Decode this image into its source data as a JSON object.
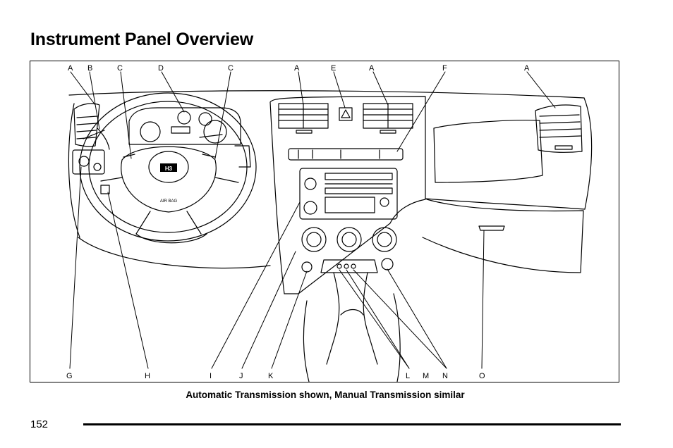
{
  "page": {
    "title": "Instrument Panel Overview",
    "caption": "Automatic Transmission shown, Manual Transmission similar",
    "page_number": "152"
  },
  "figure": {
    "top_callouts": [
      "A",
      "B",
      "C",
      "D",
      "C",
      "A",
      "E",
      "A",
      "F",
      "A"
    ],
    "bottom_callouts": [
      "G",
      "H",
      "I",
      "J",
      "K",
      "L",
      "M",
      "N",
      "O"
    ],
    "printed_text": {
      "steering_wheel_badge": "H3",
      "air_bag": "AIR BAG"
    }
  }
}
